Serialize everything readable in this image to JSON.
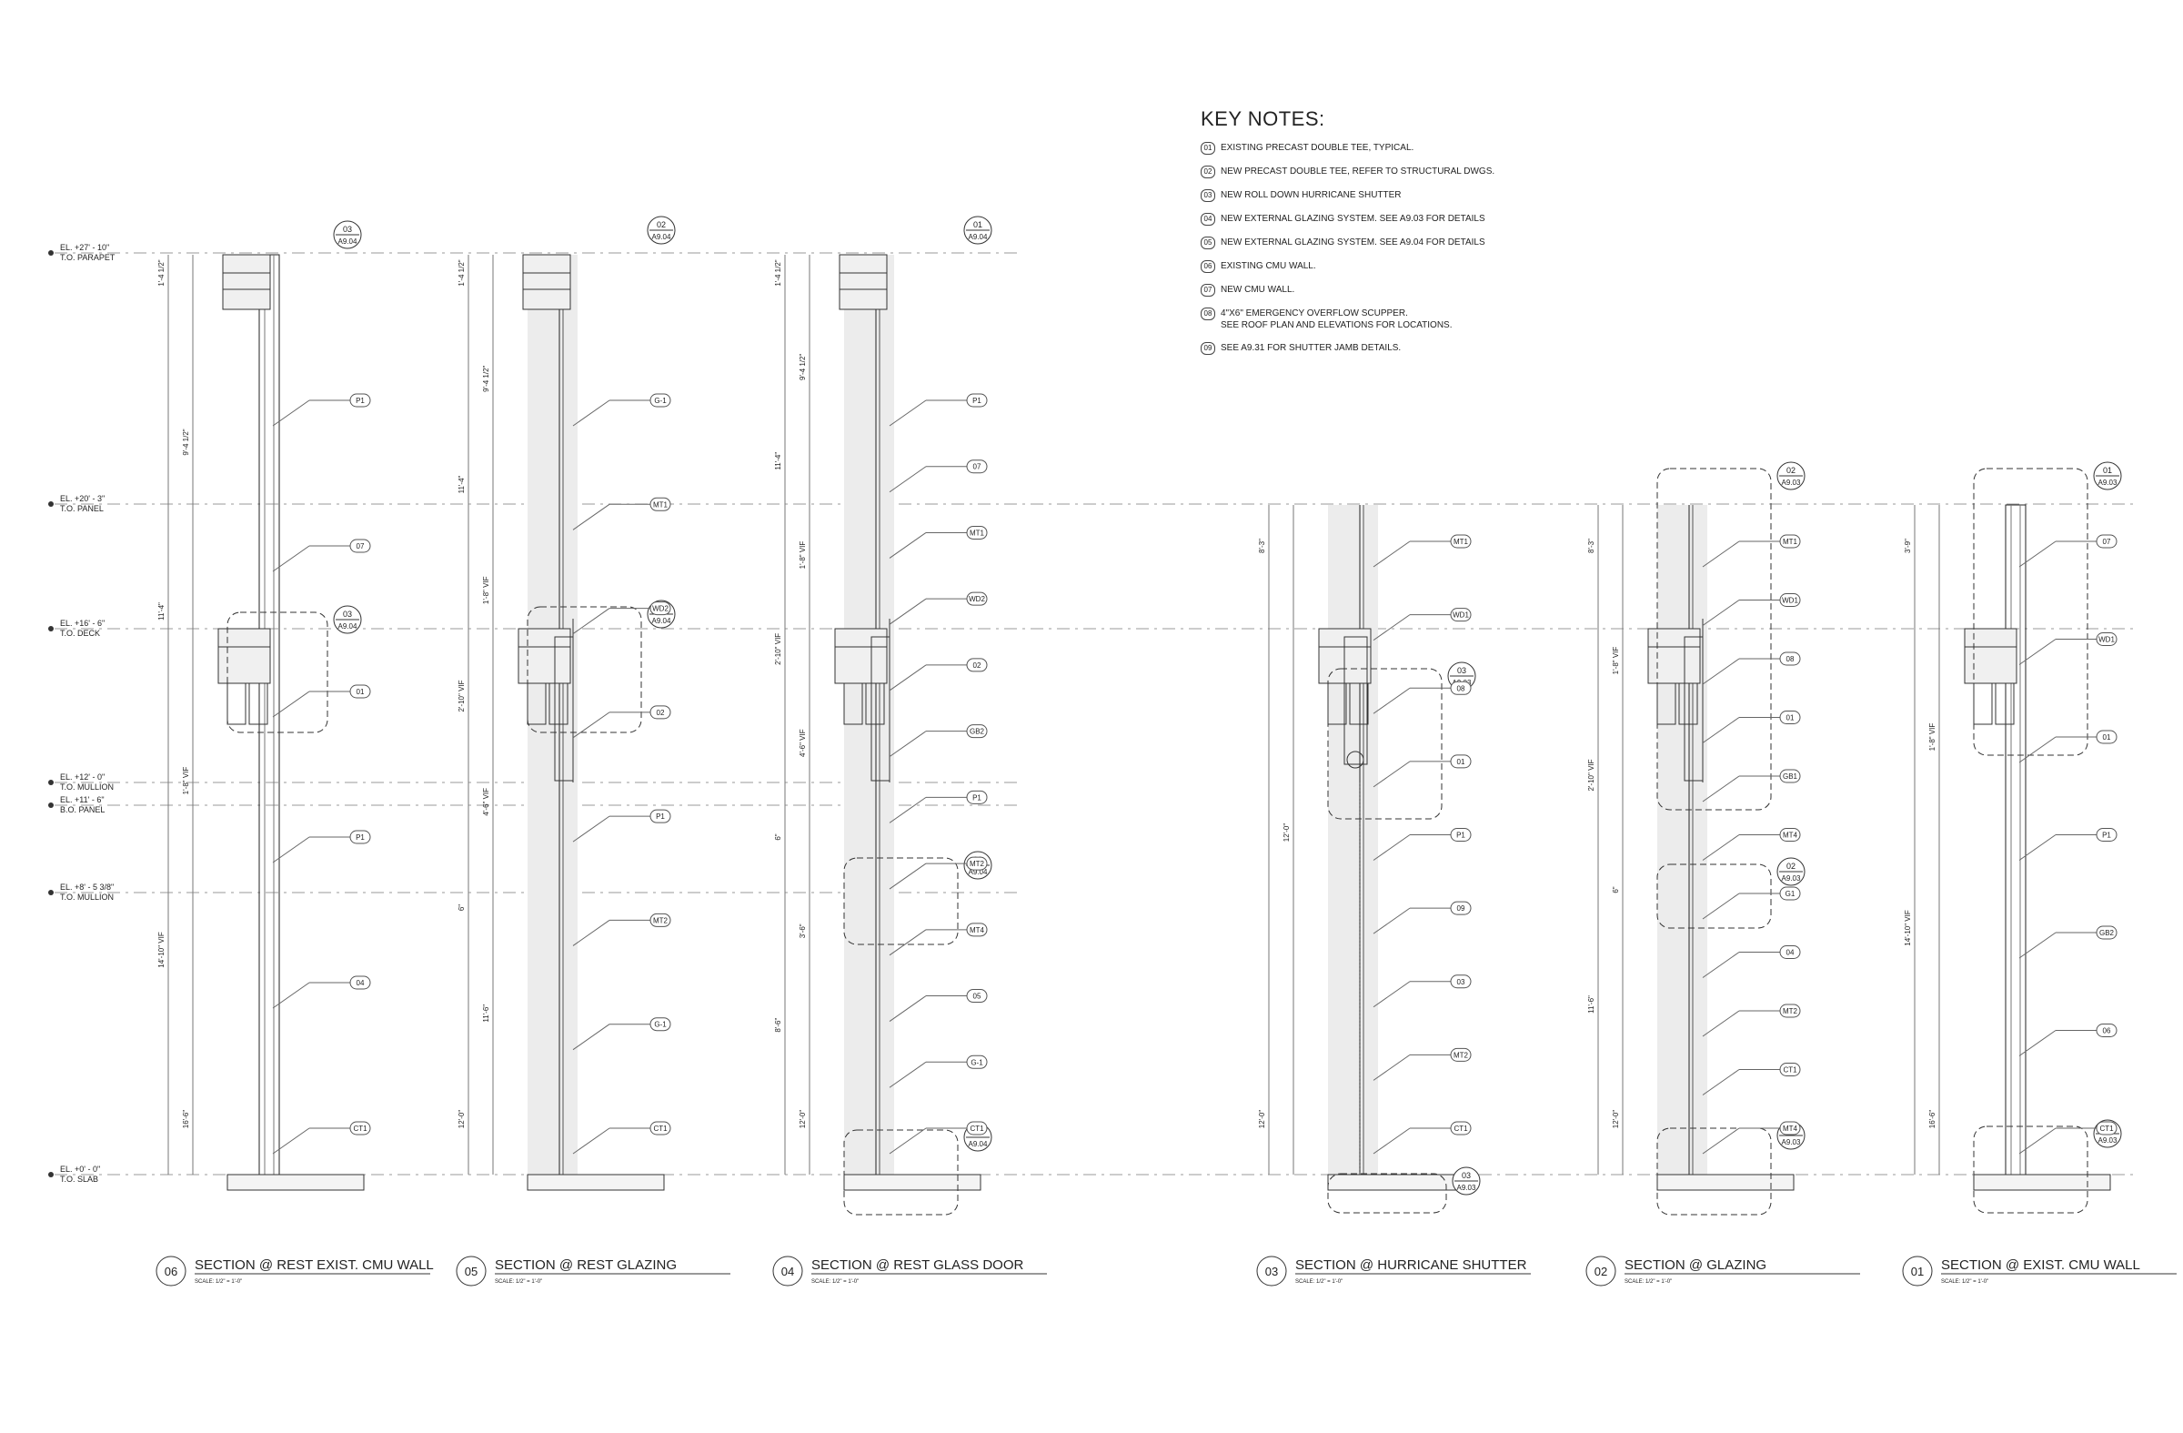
{
  "key_notes": {
    "title": "KEY NOTES:",
    "items": [
      {
        "num": "01",
        "text": "EXISTING PRECAST DOUBLE TEE, TYPICAL."
      },
      {
        "num": "02",
        "text": "NEW PRECAST DOUBLE TEE, REFER TO STRUCTURAL DWGS."
      },
      {
        "num": "03",
        "text": "NEW ROLL DOWN HURRICANE SHUTTER"
      },
      {
        "num": "04",
        "text": "NEW EXTERNAL GLAZING SYSTEM. SEE A9.03 FOR DETAILS"
      },
      {
        "num": "05",
        "text": "NEW EXTERNAL GLAZING SYSTEM. SEE A9.04 FOR DETAILS"
      },
      {
        "num": "06",
        "text": "EXISTING CMU WALL."
      },
      {
        "num": "07",
        "text": "NEW CMU WALL."
      },
      {
        "num": "08",
        "text": "4\"X6\" EMERGENCY OVERFLOW SCUPPER.\nSEE ROOF PLAN AND ELEVATIONS FOR LOCATIONS."
      },
      {
        "num": "09",
        "text": "SEE A9.31 FOR SHUTTER JAMB DETAILS."
      }
    ]
  },
  "levels": [
    {
      "el": "EL. +27' - 10\"",
      "name": "T.O. PARAPET"
    },
    {
      "el": "EL. +20' - 3\"",
      "name": "T.O. PANEL"
    },
    {
      "el": "EL. +16' - 6\"",
      "name": "T.O. DECK"
    },
    {
      "el": "EL. +12' - 0\"",
      "name": "T.O. MULLION"
    },
    {
      "el": "EL. +11' - 6\"",
      "name": "B.O. PANEL"
    },
    {
      "el": "EL. +8' - 5 3/8\"",
      "name": "T.O. MULLION"
    },
    {
      "el": "EL. +0' - 0\"",
      "name": "T.O. SLAB"
    }
  ],
  "sections": [
    {
      "num": "06",
      "title": "SECTION @ REST EXIST. CMU WALL",
      "scale": "SCALE:   1/2\" = 1'-0\"",
      "tags": [
        "P1",
        "07",
        "01",
        "P1",
        "04",
        "CT1"
      ],
      "dims": [
        "1'-4 1/2\"",
        "9'-4 1/2\"",
        "11'-4\"",
        "1'-8\" VIF",
        "14'-10\" VIF",
        "16'-6\""
      ],
      "callouts": [
        {
          "n": "03",
          "s": "A9.04"
        },
        {
          "n": "03",
          "s": "A9.04"
        }
      ]
    },
    {
      "num": "05",
      "title": "SECTION @ REST GLAZING",
      "scale": "SCALE:   1/2\" = 1'-0\"",
      "tags": [
        "G-1",
        "MT1",
        "WD2",
        "02",
        "P1",
        "MT2",
        "G-1",
        "CT1"
      ],
      "dims": [
        "1'-4 1/2\"",
        "9'-4 1/2\"",
        "11'-4\"",
        "1'-8\" VIF",
        "2'-10\" VIF",
        "4'-6\" VIF",
        "6\"",
        "11'-6\"",
        "12'-0\""
      ],
      "callouts": [
        {
          "n": "02",
          "s": "A9.04"
        },
        {
          "n": "02",
          "s": "A9.04"
        }
      ]
    },
    {
      "num": "04",
      "title": "SECTION @ REST GLASS DOOR",
      "scale": "SCALE:   1/2\" = 1'-0\"",
      "tags": [
        "P1",
        "07",
        "MT1",
        "WD2",
        "02",
        "GB2",
        "P1",
        "MT2",
        "MT4",
        "05",
        "G-1",
        "CT1"
      ],
      "dims": [
        "1'-4 1/2\"",
        "9'-4 1/2\"",
        "11'-4\"",
        "1'-8\" VIF",
        "2'-10\" VIF",
        "4'-6\" VIF",
        "6\"",
        "3'-6\"",
        "8'-6\"",
        "12'-0\""
      ],
      "callouts": [
        {
          "n": "01",
          "s": "A9.04"
        },
        {
          "n": "01",
          "s": "A9.04"
        },
        {
          "n": "01",
          "s": "A9.04"
        }
      ]
    },
    {
      "num": "03",
      "title": "SECTION @ HURRICANE SHUTTER",
      "scale": "SCALE:   1/2\" = 1'-0\"",
      "tags": [
        "MT1",
        "WD1",
        "08",
        "01",
        "P1",
        "09",
        "03",
        "MT2",
        "CT1"
      ],
      "dims": [
        "8'-3\"",
        "12'-0\"",
        "12'-0\""
      ],
      "callouts": [
        {
          "n": "03",
          "s": "A9.03"
        },
        {
          "n": "03",
          "s": "A9.03"
        }
      ]
    },
    {
      "num": "02",
      "title": "SECTION @ GLAZING",
      "scale": "SCALE:   1/2\" = 1'-0\"",
      "tags": [
        "MT1",
        "WD1",
        "08",
        "01",
        "GB1",
        "MT4",
        "G1",
        "04",
        "MT2",
        "CT1",
        "MT4"
      ],
      "dims": [
        "8'-3\"",
        "1'-8\" VIF",
        "2'-10\" VIF",
        "6\"",
        "11'-6\"",
        "12'-0\""
      ],
      "callouts": [
        {
          "n": "02",
          "s": "A9.03"
        },
        {
          "n": "02",
          "s": "A9.03"
        },
        {
          "n": "02",
          "s": "A9.03"
        }
      ]
    },
    {
      "num": "01",
      "title": "SECTION @ EXIST. CMU WALL",
      "scale": "SCALE:   1/2\" = 1'-0\"",
      "tags": [
        "07",
        "WD1",
        "01",
        "P1",
        "GB2",
        "06",
        "CT1"
      ],
      "dims": [
        "3'-9\"",
        "1'-8\" VIF",
        "14'-10\" VIF",
        "16'-6\""
      ],
      "callouts": [
        {
          "n": "01",
          "s": "A9.03"
        },
        {
          "n": "01",
          "s": "A9.03"
        }
      ]
    }
  ]
}
